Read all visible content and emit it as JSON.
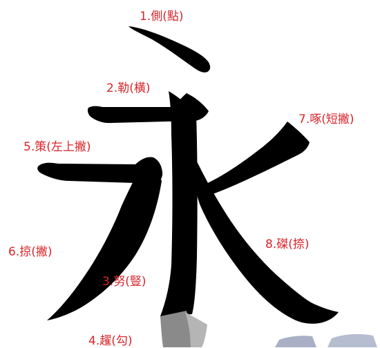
{
  "colors": {
    "label": "#d9252b",
    "stroke": "#000000",
    "hook_shadow": "#8a8a8a",
    "watermark": "#a9b0c6"
  },
  "strokes": [
    {
      "order": "1",
      "name": "側",
      "type": "點",
      "label": "1.側(點)"
    },
    {
      "order": "2",
      "name": "勒",
      "type": "橫",
      "label": "2.勒(橫)"
    },
    {
      "order": "3",
      "name": "努",
      "type": "豎",
      "label": "3.努(豎)"
    },
    {
      "order": "4",
      "name": "趯",
      "type": "勾",
      "label": "4.趯(勾)"
    },
    {
      "order": "5",
      "name": "策",
      "type": "左上撇",
      "label": "5.策(左上撇)"
    },
    {
      "order": "6",
      "name": "掠",
      "type": "撇",
      "label": "6.掠(撇)"
    },
    {
      "order": "7",
      "name": "啄",
      "type": "短撇",
      "label": "7.啄(短撇)"
    },
    {
      "order": "8",
      "name": "磔",
      "type": "捺",
      "label": "8.磔(捺)"
    }
  ]
}
